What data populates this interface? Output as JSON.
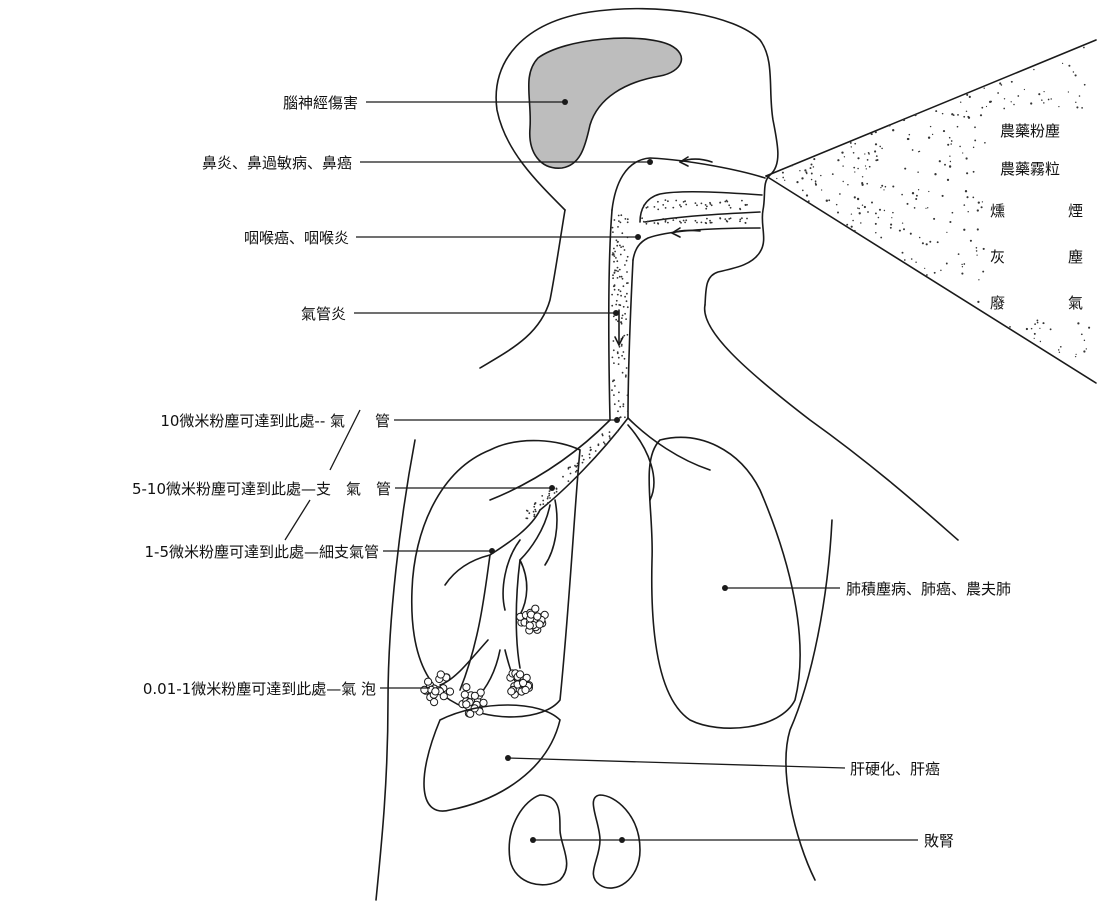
{
  "labels": {
    "brain": "腦神經傷害",
    "nose": "鼻炎、鼻過敏病、鼻癌",
    "throat": "咽喉癌、咽喉炎",
    "trachea_disease": "氣管炎",
    "trachea_10um": "10微米粉塵可達到此處-- 氣　　管",
    "bronchi_5_10um": "5-10微米粉塵可達到此處—支　氣　管",
    "bronchiole_1_5um": "1-5微米粉塵可達到此處—細支氣管",
    "alveoli_001_1um": "0.01-1微米粉塵可達到此處—氣 泡",
    "lung_disease": "肺積塵病、肺癌、農夫肺",
    "liver_disease": "肝硬化、肝癌",
    "kidney_disease": "敗腎"
  },
  "sources": {
    "pesticide_dust": "農藥粉塵",
    "pesticide_mist": "農藥霧粒",
    "smoke_1": "燻",
    "smoke_2": "煙",
    "ash": "灰",
    "dust": "塵",
    "waste": "廢",
    "gas": "氣"
  },
  "colors": {
    "line": "#1a1a1a",
    "brain_fill": "#bdbdbd",
    "background": "#ffffff"
  }
}
